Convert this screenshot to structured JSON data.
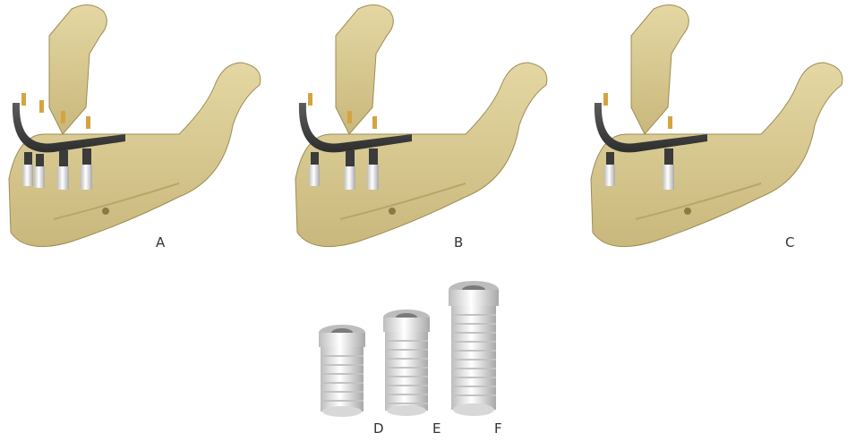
{
  "panels": [
    {
      "label": "A",
      "implants": 4
    },
    {
      "label": "B",
      "implants": 3
    },
    {
      "label": "C",
      "implants": 2
    }
  ],
  "implants": [
    {
      "label": "D",
      "length": "short"
    },
    {
      "label": "E",
      "length": "medium"
    },
    {
      "label": "F",
      "length": "long"
    }
  ],
  "colors": {
    "bone": "#d9cb93",
    "bone_shadow": "#b7a66a",
    "bar": "#4a4a4a",
    "abutment": "#d4a440",
    "implant": "#efefef"
  }
}
